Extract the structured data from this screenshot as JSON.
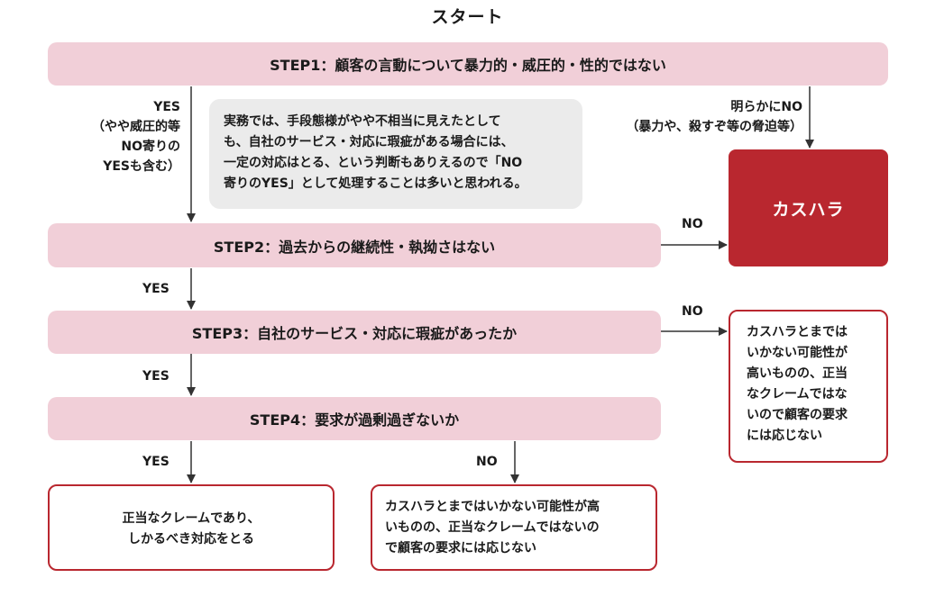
{
  "title": "スタート",
  "steps": [
    {
      "label": "STEP1：顧客の言動について暴力的・威圧的・性的ではない"
    },
    {
      "label": "STEP2：過去からの継続性・執拗さはない"
    },
    {
      "label": "STEP3：自社のサービス・対応に瑕疵があったか"
    },
    {
      "label": "STEP4：要求が過剰過ぎないか"
    }
  ],
  "labels": {
    "step1_yes": "YES\n（やや威圧的等\nNO寄りの\nYESも含む）",
    "step1_no": "明らかにNO\n（暴力や、殺すぞ等の脅迫等）",
    "step2_yes": "YES",
    "step2_no": "NO",
    "step3_yes": "YES",
    "step3_no": "NO",
    "step4_yes": "YES",
    "step4_no": "NO"
  },
  "note": "実務では、手段態様がやや不相当に見えたとして\nも、自社のサービス・対応に瑕疵がある場合には、\n一定の対応はとる、という判断もありえるので「NO\n寄りのYES」として処理することは多いと思われる。",
  "outcomes": {
    "kasuhara": "カスハラ",
    "step3_no_result": "カスハラとまでは\nいかない可能性が\n高いものの、正当\nなクレームではな\nいので顧客の要求\nには応じない",
    "step4_yes_result": "正当なクレームであり、\nしかるべき対応をとる",
    "step4_no_result": "カスハラとまではいかない可能性が高\nいものの、正当なクレームではないの\nで顧客の要求には応じない"
  },
  "colors": {
    "step_fill": "#f1cfd8",
    "note_fill": "#ebebeb",
    "accent_red": "#b9272f"
  }
}
